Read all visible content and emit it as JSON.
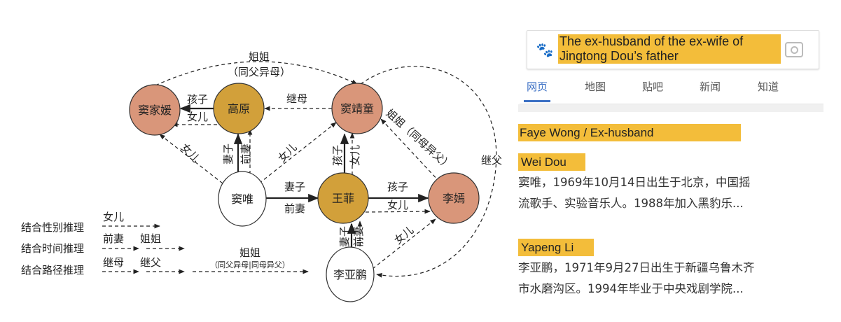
{
  "graph": {
    "nodes": {
      "dou_jiayuan": "窦家媛",
      "gao_yuan": "高原",
      "dou_jingtong": "窦靖童",
      "dou_wei": "窦唯",
      "wang_fei": "王菲",
      "li_yan": "李嫣",
      "li_yapeng": "李亚鹏"
    },
    "colors": {
      "salmon": "#d9967a",
      "gold": "#d2a03a",
      "white": "#ffffff"
    },
    "edge_labels": {
      "sister_top": "姐姐",
      "sister_top_sub": "（同父异母）",
      "child": "孩子",
      "daughter": "女儿",
      "stepmother": "继母",
      "wife": "妻子",
      "exwife": "前妻",
      "sister_right": "姐姐（同母异父）",
      "stepfather": "继父",
      "gy_child": "孩子",
      "gy_daughter": "女儿",
      "dw_gy_wife": "妻子",
      "dw_gy_exwife": "前妻",
      "dw_jy_daughter": "女儿",
      "dw_jt_daughter": "女儿",
      "dw_wf_wife": "妻子",
      "dw_wf_exwife": "前妻",
      "wf_jt_child": "孩子",
      "wf_jt_daughter": "女儿",
      "wf_ly_child": "孩子",
      "wf_ly_daughter": "女儿",
      "lyp_wf_wife": "妻子",
      "lyp_wf_exwife": "前妻",
      "lyp_ly_daughter": "女儿"
    },
    "legend": [
      {
        "label": "结合性别推理",
        "steps": [
          "女儿"
        ]
      },
      {
        "label": "结合时间推理",
        "steps": [
          "前妻",
          "姐姐"
        ]
      },
      {
        "label": "结合路径推理",
        "steps": [
          "继母",
          "继父",
          "姐姐"
        ],
        "sub": "（同父异母|同母异父）"
      }
    ]
  },
  "search": {
    "query": "The ex-husband of the ex-wife of Jingtong Dou’s father",
    "tabs": [
      "网页",
      "地图",
      "贴吧",
      "新闻",
      "知道"
    ],
    "answer_title": "Faye Wong / Ex-husband",
    "results": [
      {
        "name": "Wei Dou",
        "line1": "窦唯，1969年10月14日出生于北京，中国摇",
        "line2": "流歌手、实验音乐人。1988年加入黑豹乐..."
      },
      {
        "name": "Yapeng Li",
        "line1": "李亚鹏，1971年9月27日出生于新疆乌鲁木齐",
        "line2": "市水磨沟区。1994年毕业于中央戏剧学院..."
      }
    ]
  }
}
